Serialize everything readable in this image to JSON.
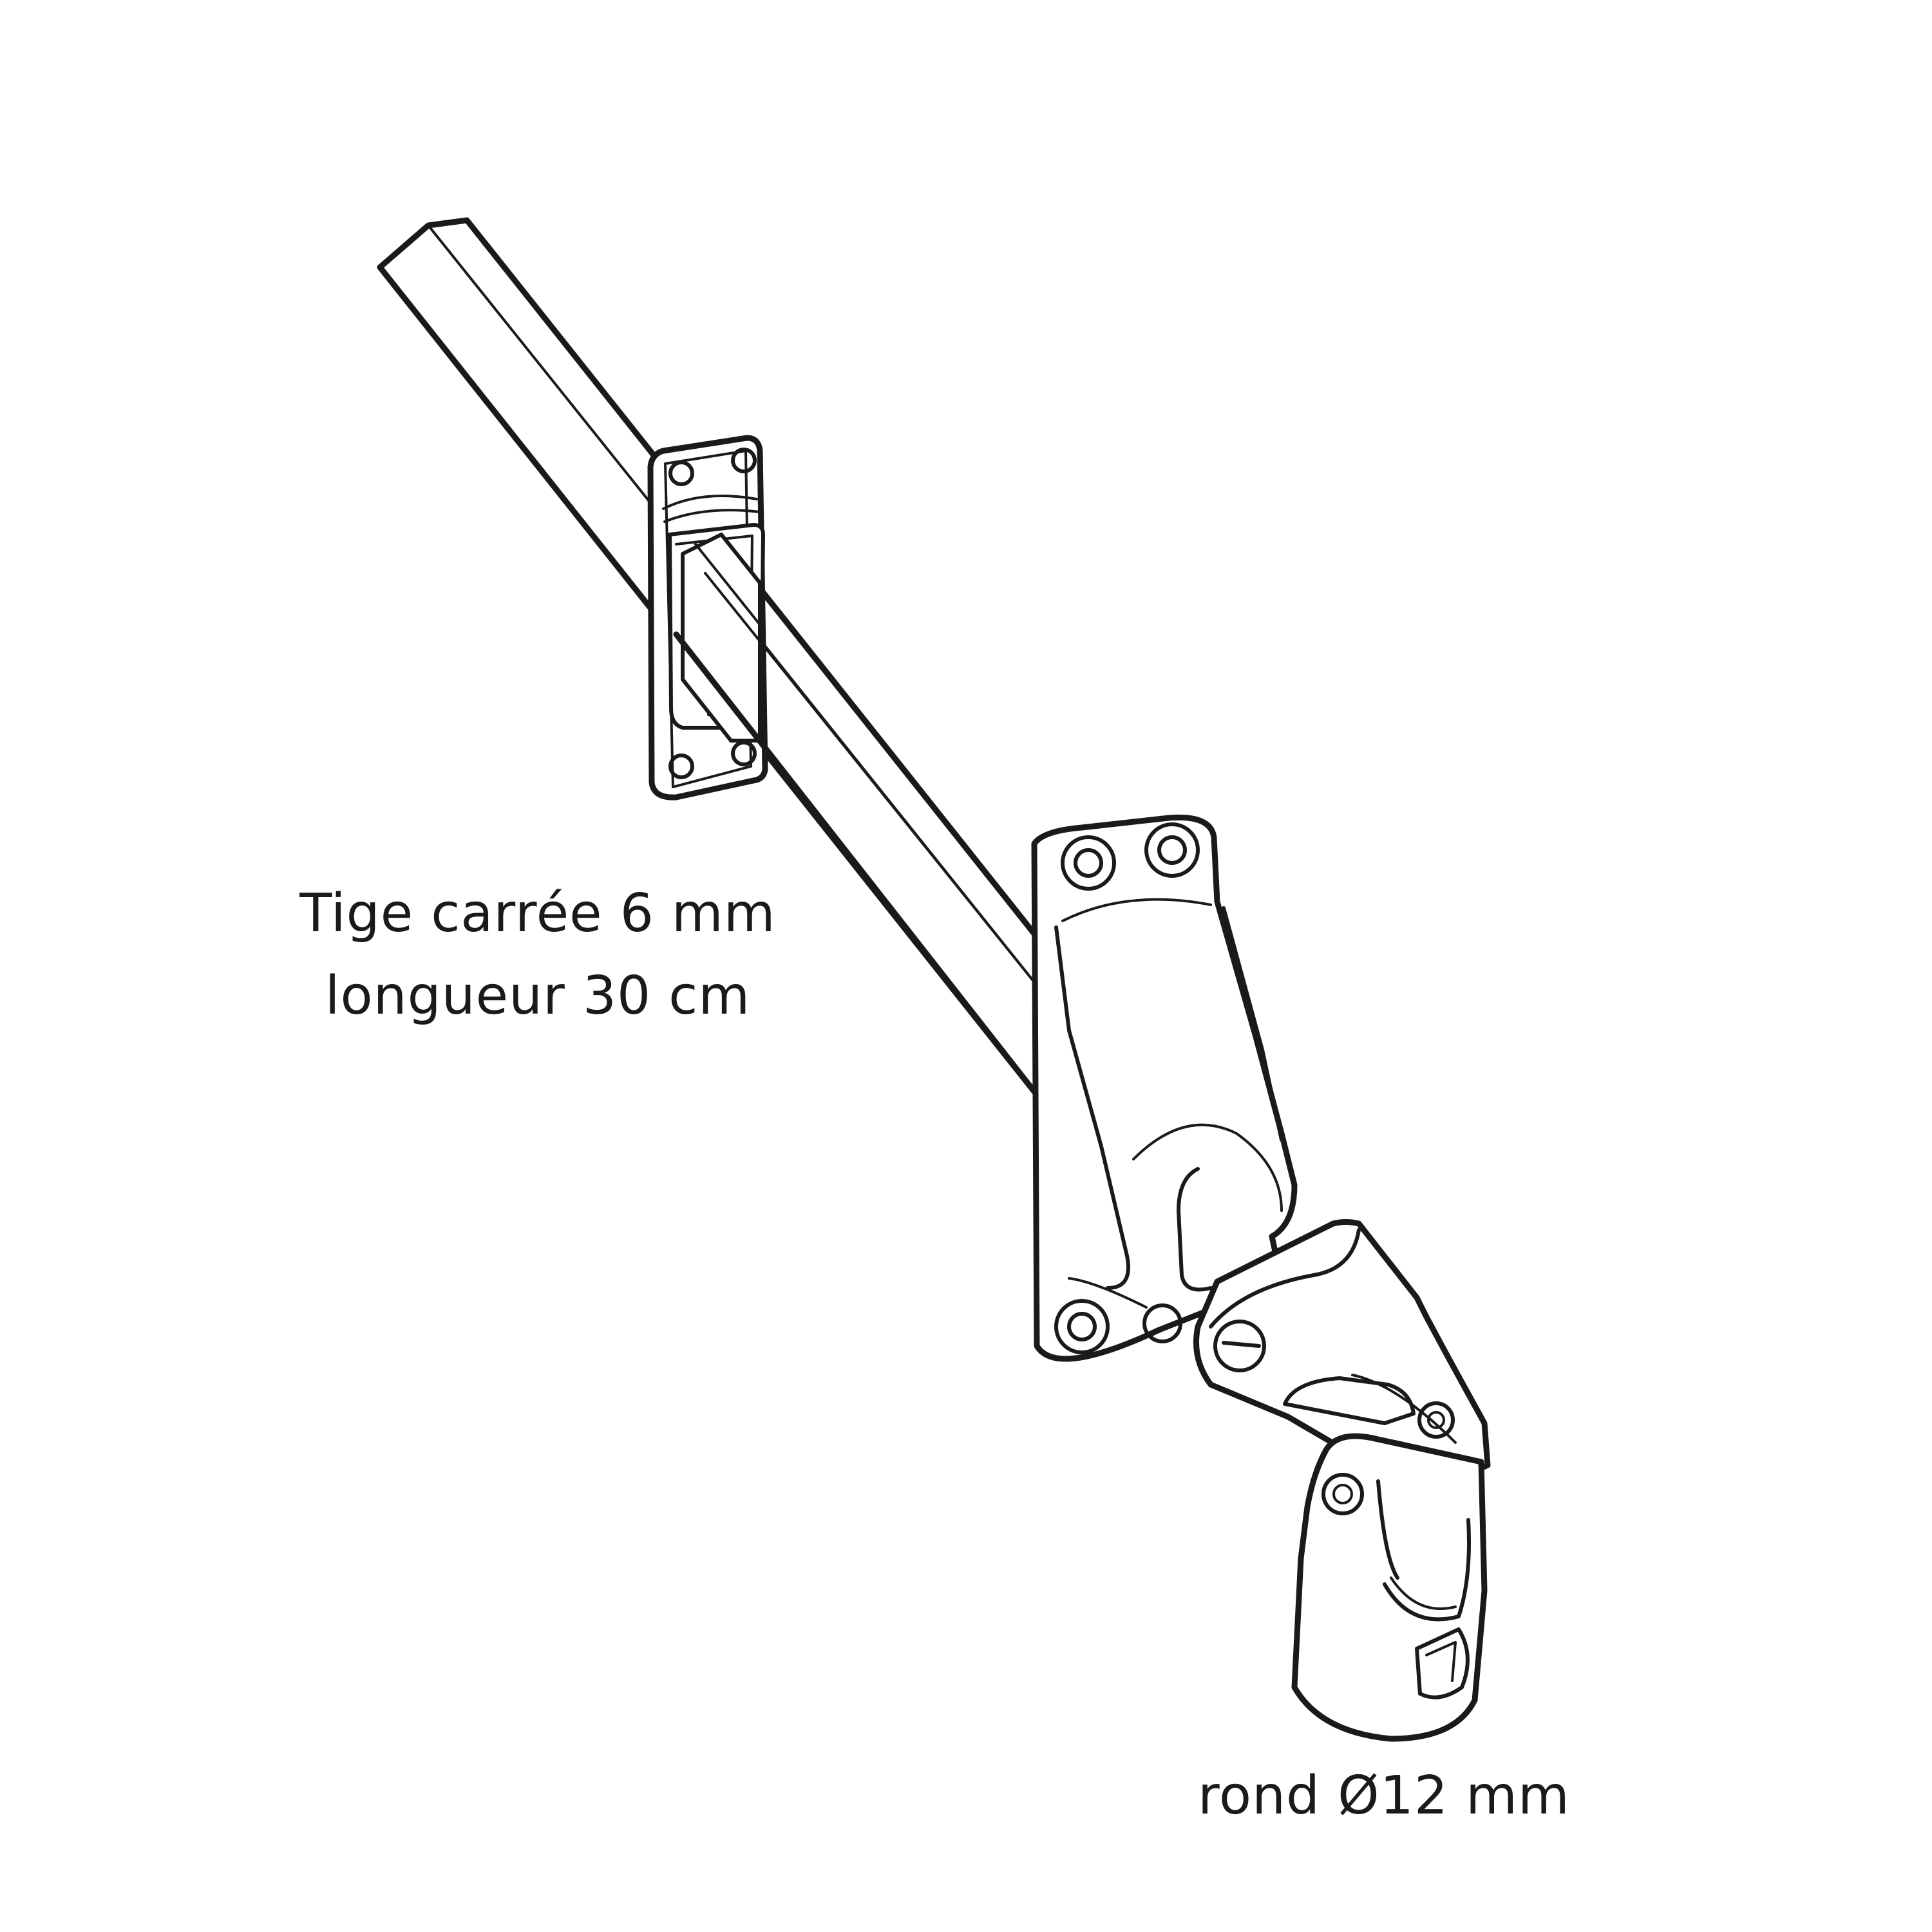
{
  "labels": {
    "rod_line1": "Tige carrée 6 mm",
    "rod_line2": "longueur 30 cm",
    "round": "rond Ø12 mm"
  },
  "colors": {
    "line": "#1a1a1a",
    "background": "#ffffff"
  }
}
